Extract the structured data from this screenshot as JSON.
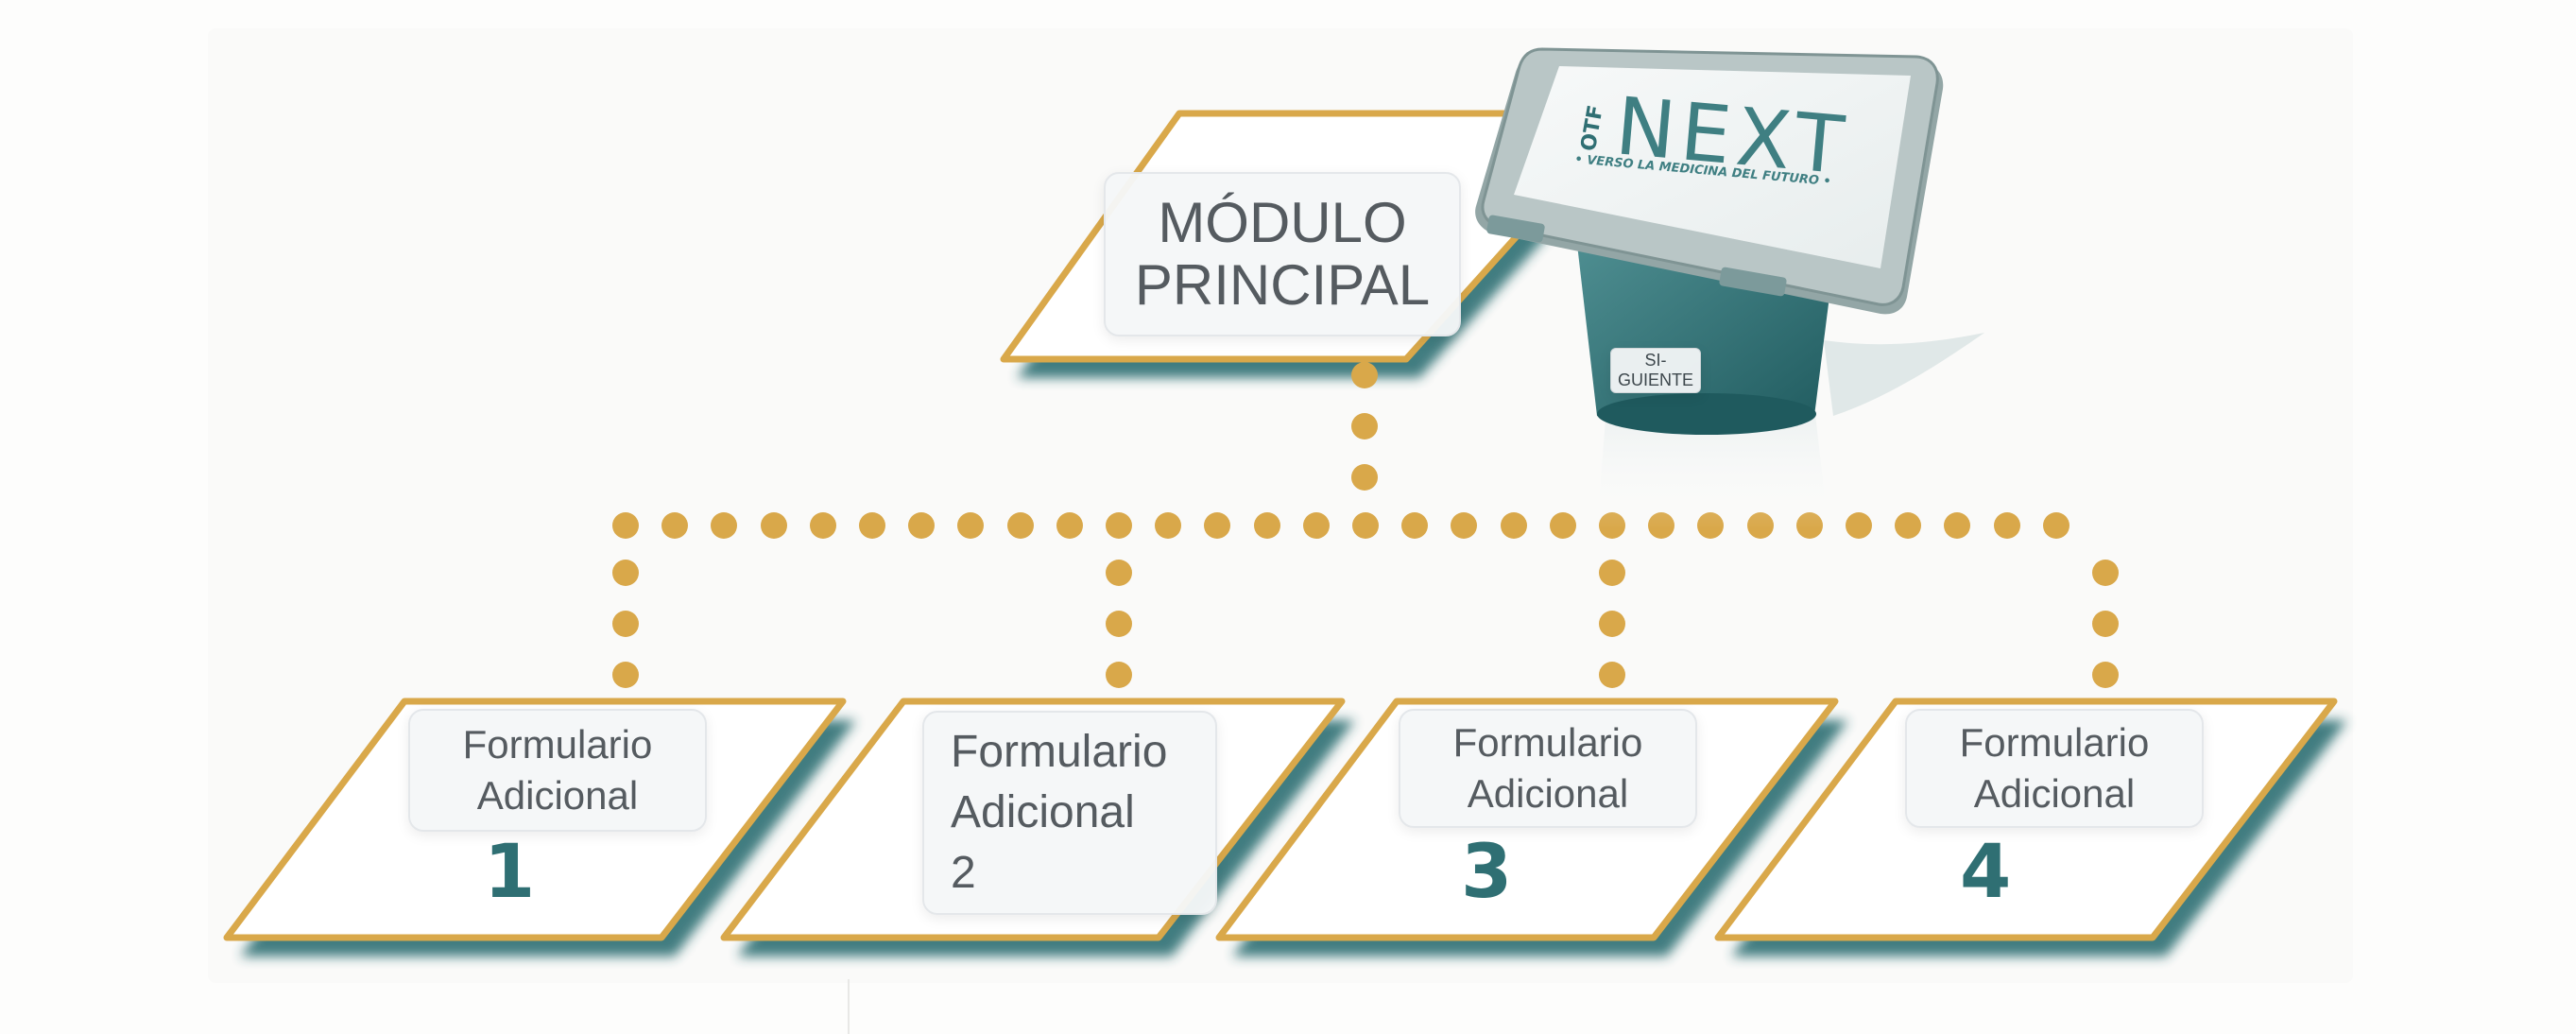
{
  "main": {
    "line1": "MÓDULO",
    "line2": "PRINCIPAL"
  },
  "next_button": {
    "line1": "SI-",
    "line2": "GUIENTE"
  },
  "forms": [
    {
      "line1": "Formulario",
      "line2": "Adicional",
      "number": "1"
    },
    {
      "line1": "Formulario",
      "line2": "Adicional",
      "number": "2"
    },
    {
      "line1": "Formulario",
      "line2": "Adicional",
      "number": "3"
    },
    {
      "line1": "Formulario",
      "line2": "Adicional",
      "number": "4"
    }
  ],
  "logo": {
    "prefix": "OTF",
    "name": "NEXT",
    "tagline": "• VERSO LA MEDICINA DEL FUTURO •"
  },
  "colors": {
    "gold": "#d9a84a",
    "teal": "#2f6f73",
    "card_text": "#555b60"
  }
}
